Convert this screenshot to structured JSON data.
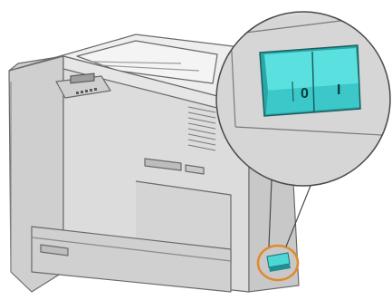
{
  "figure": {
    "subject": "printer-power-switch",
    "switch_labels": {
      "off": "0",
      "on": "I"
    },
    "colors": {
      "background": "#ffffff",
      "printer_body": "#d8d8d8",
      "printer_top": "#ececec",
      "outline": "#6a6a6a",
      "switch_face": "#4dd6d6",
      "switch_shadow": "#1f8f8f",
      "highlight_ring": "#e08a2c"
    }
  }
}
